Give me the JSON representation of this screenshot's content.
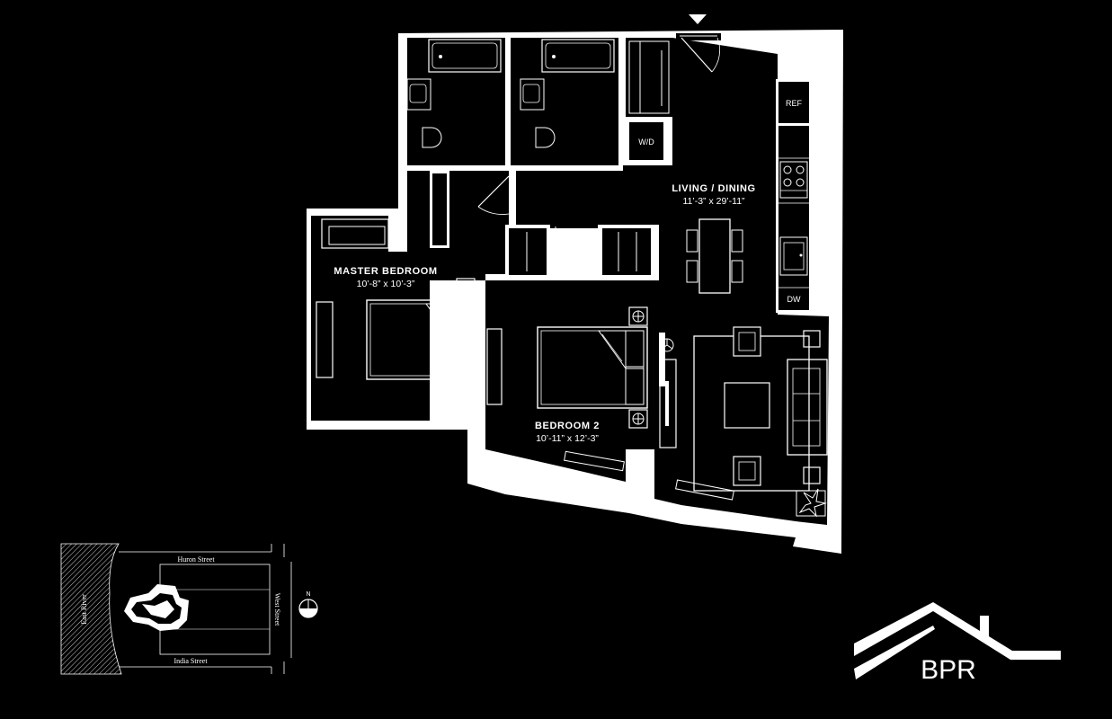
{
  "rooms": {
    "living": {
      "name": "LIVING / DINING",
      "dims": "11’-3” x 29’-11”"
    },
    "master": {
      "name": "MASTER BEDROOM",
      "dims": "10’-8” x 10’-3”"
    },
    "bedroom2": {
      "name": "BEDROOM 2",
      "dims": "10’-11” x 12’-3”"
    }
  },
  "appliances": {
    "ref": "REF",
    "dw": "DW",
    "wd": "W/D"
  },
  "key_plan": {
    "streets": {
      "north": "Huron Street",
      "south": "India Street",
      "east": "West Street",
      "west": "East River"
    },
    "compass": "N"
  },
  "logo": {
    "text": "BPR"
  }
}
